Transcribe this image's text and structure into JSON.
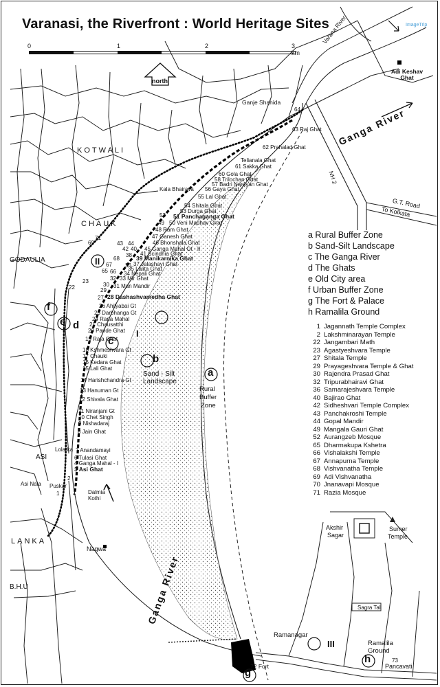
{
  "title": "Varanasi, the Riverfront : World Heritage Sites",
  "watermark": "ImageTrip",
  "scale": {
    "ticks": [
      "0",
      "1",
      "2",
      "3 km"
    ]
  },
  "north_label": "north",
  "legend": [
    "a Rural Buffer Zone",
    "b Sand-Silt Landscape",
    "c The Ganga River",
    "d The Ghats",
    "e Old City area",
    "f Urban Buffer Zone",
    "g The Fort & Palace",
    "h Ramalila Ground"
  ],
  "sites": [
    {
      "num": "1",
      "name": "Jagannath Temple Complex"
    },
    {
      "num": "2",
      "name": "Lakshminarayan Temple"
    },
    {
      "num": "22",
      "name": "Jangambari Math"
    },
    {
      "num": "23",
      "name": "Agastyeshvara Temple"
    },
    {
      "num": "27",
      "name": "Shitala Temple"
    },
    {
      "num": "29",
      "name": "Prayageshvara Temple & Ghat"
    },
    {
      "num": "30",
      "name": "Rajendra Prasad Ghat"
    },
    {
      "num": "32",
      "name": "Tripurabhairavi Ghat"
    },
    {
      "num": "36",
      "name": "Samarajeshvara Temple"
    },
    {
      "num": "40",
      "name": "Bajirao Ghat"
    },
    {
      "num": "42",
      "name": "Sidheshvari Temple Complex"
    },
    {
      "num": "43",
      "name": "Panchakroshi Temple"
    },
    {
      "num": "44",
      "name": "Gopal Mandir"
    },
    {
      "num": "49",
      "name": "Mangala Gauri Ghat"
    },
    {
      "num": "52",
      "name": "Aurangzeb Mosque"
    },
    {
      "num": "65",
      "name": "Dharmakupa Kshetra"
    },
    {
      "num": "66",
      "name": "Vishalakshi Temple"
    },
    {
      "num": "67",
      "name": "Annapurna Temple"
    },
    {
      "num": "68",
      "name": "Vishvanatha Temple"
    },
    {
      "num": "69",
      "name": "Adi Vishvanatha"
    },
    {
      "num": "70",
      "name": "Jnanavapi Mosque"
    },
    {
      "num": "71",
      "name": "Razia Mosque"
    }
  ],
  "ghats": {
    "g64": "64",
    "g63": "63 Raj Ghat",
    "g62": "62 Prahalad Ghat",
    "telianala": "Telianala Ghat",
    "g61": "61 Sakka Ghat",
    "g60": "60 Gola Ghat",
    "g58": "58 Trilochan Ghat",
    "g57": "57 Badri Narayan Ghat",
    "g56": "56 Gaya Ghat",
    "g55": "55 Lal Ghat",
    "g54": "54 Shitala Ghat",
    "g53": "53 Durga Ghat",
    "g52": "52",
    "g51": "51 Panchaganga Ghat",
    "g49": "49",
    "g50": "50 Veni Madhav Ghat",
    "g48": "48 Ram Ghat",
    "g47": "47 Ganesh Ghat",
    "g46": "46 Bhonshala Ghat",
    "g45": "45 Ganga Mahal Gt - II",
    "g41": "41 Scindhia Ghat",
    "g39": "39 Manikarnika Ghat",
    "g37": "37 Jalashayi Ghat",
    "g35": "35 Lalita Ghat",
    "g34": "34 Nepali Ghat",
    "g33": "33 Mir Ghat",
    "g31": "31 Man Mandir",
    "g28": "28 Dashashvamedha Ghat",
    "g26": "26 Ahilyabai Gt",
    "g25": "25 Darbhanga Gt",
    "g24": "24 Rana Mahal",
    "g21": "21 Chausatthi",
    "g20": "20 Pande Ghat",
    "g19": "19 Raja Ghat",
    "g18": "18 Kshmeshvara Gt",
    "g17": "17 Chauki",
    "g16": "16 Kedara Ghat",
    "g15": "15 Lali Ghat",
    "g14": "14 Harishchandra Gt",
    "g13": "13 Hanuman Gt",
    "g12": "12 Shivala Ghat",
    "g11": "11 Niranjani Gt",
    "g10": "10 Chet Singh",
    "g9": "9 Nishadaraj",
    "g8": "8 Jain Ghat",
    "g7": "7 Anandamayi",
    "g6": "6 Tulasi Ghat",
    "g4": "4 Ganga Mahal - I",
    "g3": "3 Asi Ghat"
  },
  "small_nums": {
    "n71": "71",
    "n69": "69",
    "n43": "43",
    "n44": "44",
    "n40": "40",
    "n42": "42",
    "n38": "38",
    "n36": "36",
    "n68": "68",
    "n67": "67",
    "n65": "65",
    "n66": "66",
    "n32": "32",
    "n30": "30",
    "n29": "29",
    "n27": "27",
    "n23": "23",
    "n22": "22",
    "n2": "2",
    "n1": "1",
    "n73": "73"
  },
  "places": {
    "kotwali": "KOTWALI",
    "chauk": "CHAUK",
    "godaulia": "GODAULIA",
    "asi": "ASI",
    "lanka": "LANKA",
    "bhu": "B.H.U",
    "ganje_shahida": "Ganje Shahida",
    "kala_bhairava": "Kala Bhairava",
    "lolarka": "Lolarka",
    "puskar": "Puskar",
    "asi_nala": "Asi Nala",
    "dalmia_kothi": "Dalmia Kothi",
    "nagwa": "Nagwa",
    "varana_river": "Varana River",
    "adi_keshav": "Adi Keshav Ghat",
    "ganga_river_ne": "Ganga River",
    "ganga_river_main": "Ganga River",
    "nh2": "NH 2",
    "gt_road": "G.T. Road",
    "to_kolkata": "To Kolkata",
    "sand_silt": "Sand - Silt",
    "landscape": "Landscape",
    "rural": "Rural",
    "buffer": "Buffer",
    "zone": "Zone",
    "akshir": "Akshir",
    "sagar": "Sagar",
    "sumer": "Sumer",
    "temple": "Temple",
    "sagra_tal": "Sagra Tal",
    "ramanagar": "Ramanagar",
    "ramalila": "Ramalila",
    "ground": "Ground",
    "pancavati": "Pancavati",
    "fort": "72 Fort"
  },
  "zone_letters": {
    "a": "a",
    "b": "b",
    "c": "c",
    "d": "d",
    "e": "e",
    "f": "f",
    "g": "g",
    "h": "h"
  },
  "roman": {
    "I": "I",
    "II": "II",
    "III": "III"
  }
}
